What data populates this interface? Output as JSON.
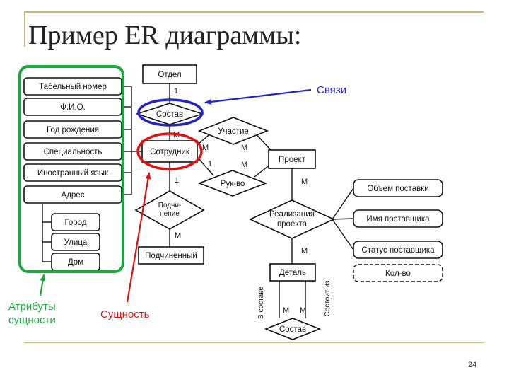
{
  "title": "Пример ER диаграммы:",
  "page_number": "24",
  "annotations": {
    "links": "Связи",
    "attributes_line1": "Атрибуты",
    "attributes_line2": "сущности",
    "entity": "Сущность"
  },
  "attributes": {
    "tab_number": "Табельный номер",
    "fio": "Ф.И.О.",
    "birth_year": "Год рождения",
    "specialty": "Специальность",
    "language": "Иностранный язык",
    "address": "Адрес",
    "city": "Город",
    "street": "Улица",
    "house": "Дом"
  },
  "entities": {
    "department": "Отдел",
    "employee": "Сотрудник",
    "subordinate": "Подчиненный",
    "project": "Проект",
    "part": "Деталь"
  },
  "relationships": {
    "composition": "Состав",
    "participation": "Участие",
    "leadership": "Рук-во",
    "subordination_line1": "Подчи-",
    "subordination_line2": "нение",
    "implementation_line1": "Реализация",
    "implementation_line2": "проекта",
    "part_composition": "Состав"
  },
  "relation_attributes": {
    "supply_volume": "Объем поставки",
    "supplier_name": "Имя поставщика",
    "supplier_status": "Статус поставщика",
    "quantity": "Кол-во"
  },
  "labels": {
    "in_composition": "В составе",
    "consists_of": "Состоит из"
  },
  "cardinalities": {
    "dept_composition": "1",
    "composition_employee": "М",
    "employee_participation": "М",
    "participation_project": "М",
    "employee_leadership": "1",
    "leadership_project": "М",
    "employee_subordination": "1",
    "subordination_subordinate": "М",
    "project_implementation": "М",
    "implementation_part": "М",
    "part_left": "М",
    "part_right": "М"
  },
  "colors": {
    "attributes_frame": "#1aa83a",
    "entity_highlight": "#e01010",
    "links_highlight": "#2222cc",
    "frame_line": "#c8b878"
  }
}
